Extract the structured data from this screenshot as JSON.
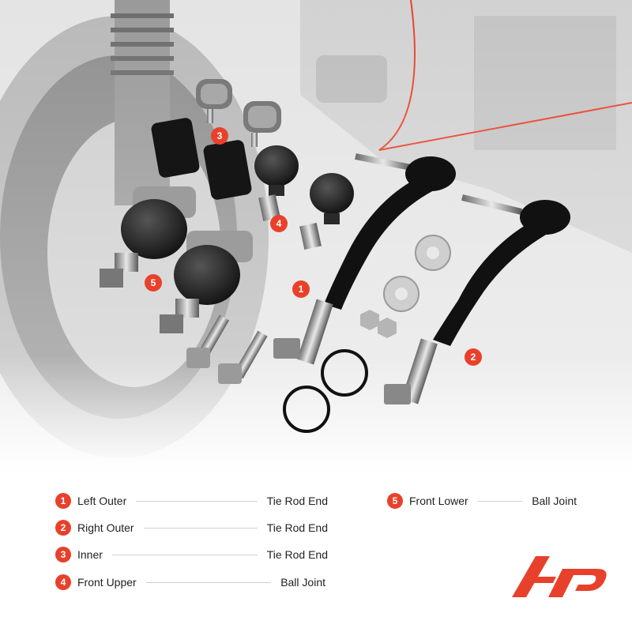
{
  "colors": {
    "accent": "#e8412b",
    "text": "#222222",
    "rule": "#cfcfcf"
  },
  "legend": [
    {
      "number": "1",
      "part": "Left Outer",
      "type": "Tie Rod End"
    },
    {
      "number": "2",
      "part": "Right Outer",
      "type": "Tie Rod End"
    },
    {
      "number": "3",
      "part": "Inner",
      "type": "Tie Rod End"
    },
    {
      "number": "4",
      "part": "Front Upper",
      "type": "Ball Joint"
    },
    {
      "number": "5",
      "part": "Front Lower",
      "type": "Ball Joint"
    }
  ],
  "callouts": [
    "1",
    "2",
    "3",
    "4",
    "5"
  ],
  "logo": {
    "icon": "brand-logo-icon"
  }
}
